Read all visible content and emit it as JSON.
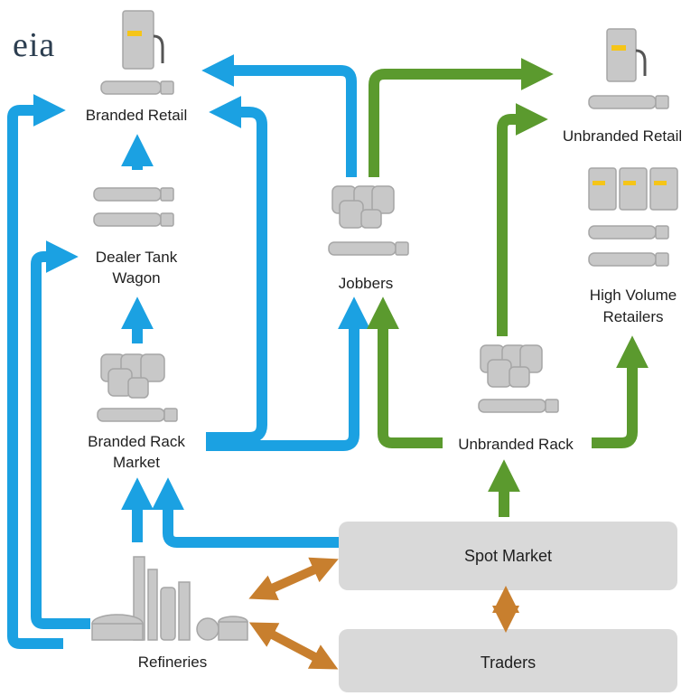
{
  "logo": {
    "text": "eia"
  },
  "nodes": {
    "branded_retail": "Branded Retail",
    "dealer_tank_wagon_l1": "Dealer Tank",
    "dealer_tank_wagon_l2": "Wagon",
    "branded_rack_l1": "Branded Rack",
    "branded_rack_l2": "Market",
    "jobbers": "Jobbers",
    "unbranded_retail": "Unbranded Retail",
    "high_volume_l1": "High Volume",
    "high_volume_l2": "Retailers",
    "unbranded_rack": "Unbranded Rack",
    "spot_market": "Spot Market",
    "refineries": "Refineries",
    "traders": "Traders"
  },
  "colors": {
    "branded_flow": "#1ba1e2",
    "unbranded_flow": "#5b9a2e",
    "trading_flow": "#c87f2e",
    "box_fill": "#d9d9d9",
    "icon_gray": "#a6a6a6",
    "logo_text": "#2c3e50"
  }
}
